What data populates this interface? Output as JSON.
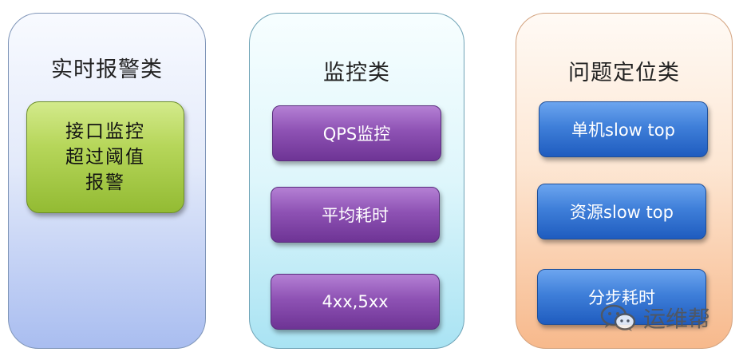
{
  "panels": {
    "realtime": {
      "title": "实时报警类",
      "box": {
        "lines": [
          "接口监控",
          "超过阈值",
          "报警"
        ]
      }
    },
    "monitor": {
      "title": "监控类",
      "boxes": [
        "QPS监控",
        "平均耗时",
        "4xx,5xx"
      ]
    },
    "locate": {
      "title": "问题定位类",
      "boxes": [
        "单机slow top",
        "资源slow top",
        "分步耗时"
      ]
    }
  },
  "watermark": {
    "text": "运维帮",
    "icon": "wechat-logo-icon"
  },
  "colors": {
    "green_box": "#b6d65a",
    "purple_box": "#8e52b4",
    "blue_box": "#3f7fd9",
    "panel_blue": "#a9bdf0",
    "panel_cyan": "#a9e3f3",
    "panel_orange": "#f7b98c"
  }
}
